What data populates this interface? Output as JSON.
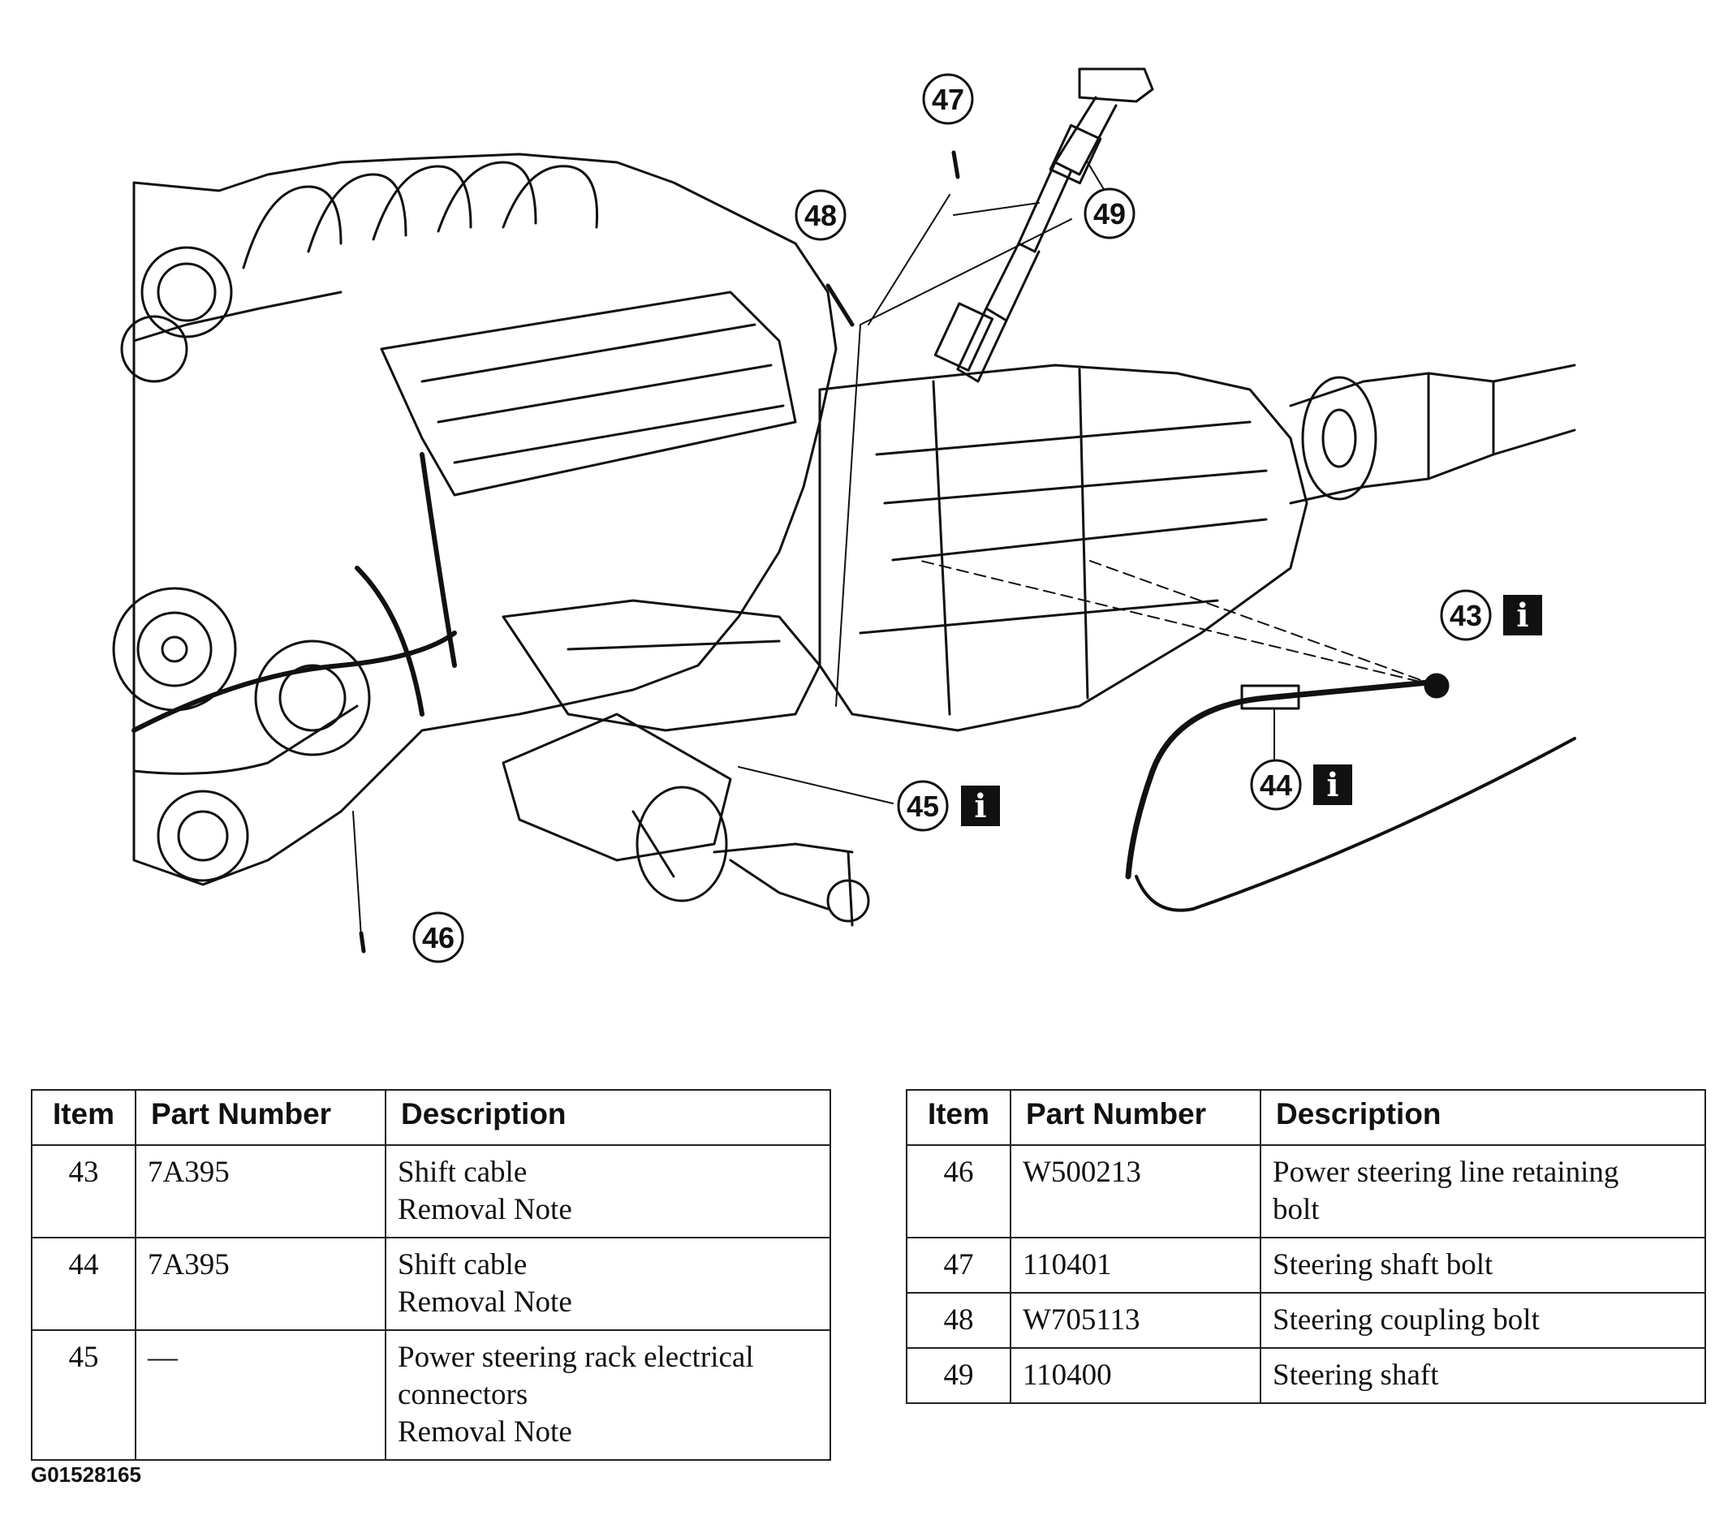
{
  "callouts": [
    {
      "num": "43",
      "info": true
    },
    {
      "num": "44",
      "info": true
    },
    {
      "num": "45",
      "info": true
    },
    {
      "num": "46",
      "info": false
    },
    {
      "num": "47",
      "info": false
    },
    {
      "num": "48",
      "info": false
    },
    {
      "num": "49",
      "info": false
    }
  ],
  "info_glyph": "i",
  "table_headers": {
    "item": "Item",
    "part_number": "Part Number",
    "description": "Description"
  },
  "table_left": [
    {
      "item": "43",
      "part": "7A395",
      "desc": [
        "Shift cable",
        "Removal Note"
      ]
    },
    {
      "item": "44",
      "part": "7A395",
      "desc": [
        "Shift cable",
        "Removal Note"
      ]
    },
    {
      "item": "45",
      "part": "—",
      "desc": [
        "Power steering rack electrical",
        "connectors",
        "Removal Note"
      ]
    }
  ],
  "table_right": [
    {
      "item": "46",
      "part": "W500213",
      "desc": [
        "Power steering line retaining",
        "bolt"
      ]
    },
    {
      "item": "47",
      "part": "110401",
      "desc": [
        "Steering shaft bolt"
      ]
    },
    {
      "item": "48",
      "part": "W705113",
      "desc": [
        "Steering coupling bolt"
      ]
    },
    {
      "item": "49",
      "part": "110400",
      "desc": [
        "Steering shaft"
      ]
    }
  ],
  "figure_id": "G01528165"
}
